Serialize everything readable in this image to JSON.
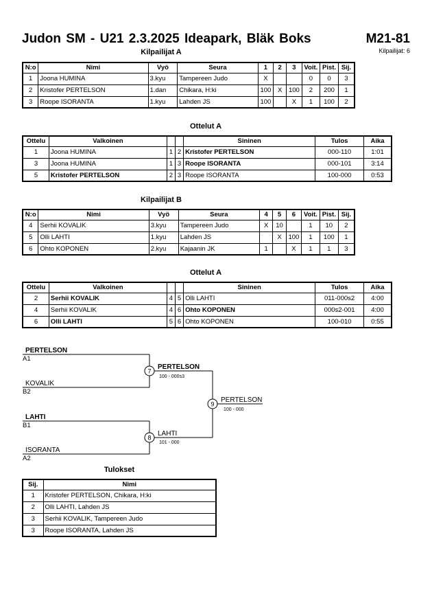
{
  "header": {
    "title": "Judon SM - U21   2.3.2025  Ideapark, Bläk Boks",
    "category": "M21-81",
    "count": "Kilpailijat: 6"
  },
  "poolA": {
    "title": "Kilpailijat A",
    "headers": [
      "N:o",
      "Nimi",
      "Vyö",
      "Seura",
      "1",
      "2",
      "3",
      "Voit.",
      "Pist.",
      "Sij."
    ],
    "rows": [
      [
        "1",
        "Joona HUMINA",
        "3.kyu",
        "Tampereen Judo",
        "X",
        "",
        "",
        "0",
        "0",
        "3"
      ],
      [
        "2",
        "Kristofer PERTELSON",
        "1.dan",
        "Chikara, H:ki",
        "100",
        "X",
        "100",
        "2",
        "200",
        "1"
      ],
      [
        "3",
        "Roope ISORANTA",
        "1.kyu",
        "Lahden JS",
        "100",
        "",
        "X",
        "1",
        "100",
        "2"
      ]
    ]
  },
  "matchesA": {
    "title": "Ottelut A",
    "headers": [
      "Ottelu",
      "Valkoinen",
      "",
      "",
      "Sininen",
      "Tulos",
      "Aika"
    ],
    "rows": [
      {
        "no": "1",
        "white": "Joona HUMINA",
        "wn": "1",
        "bn": "2",
        "blue": "Kristofer PERTELSON",
        "result": "000-110",
        "time": "1:01",
        "winner": "blue"
      },
      {
        "no": "3",
        "white": "Joona HUMINA",
        "wn": "1",
        "bn": "3",
        "blue": "Roope ISORANTA",
        "result": "000-101",
        "time": "3:14",
        "winner": "blue"
      },
      {
        "no": "5",
        "white": "Kristofer PERTELSON",
        "wn": "2",
        "bn": "3",
        "blue": "Roope ISORANTA",
        "result": "100-000",
        "time": "0:53",
        "winner": "white"
      }
    ]
  },
  "poolB": {
    "title": "Kilpailijat B",
    "headers": [
      "N:o",
      "Nimi",
      "Vyö",
      "Seura",
      "4",
      "5",
      "6",
      "Voit.",
      "Pist.",
      "Sij."
    ],
    "rows": [
      [
        "4",
        "Serhii KOVALIK",
        "3.kyu",
        "Tampereen Judo",
        "X",
        "10",
        "",
        "1",
        "10",
        "2"
      ],
      [
        "5",
        "Olli LAHTI",
        "1.kyu",
        "Lahden JS",
        "",
        "X",
        "100",
        "1",
        "100",
        "1"
      ],
      [
        "6",
        "Ohto KOPONEN",
        "2.kyu",
        "Kajaanin JK",
        "1",
        "",
        "X",
        "1",
        "1",
        "3"
      ]
    ]
  },
  "matchesB": {
    "title": "Ottelut A",
    "headers": [
      "Ottelu",
      "Valkoinen",
      "",
      "",
      "Sininen",
      "Tulos",
      "Aika"
    ],
    "rows": [
      {
        "no": "2",
        "white": "Serhii KOVALIK",
        "wn": "4",
        "bn": "5",
        "blue": "Olli LAHTI",
        "result": "011-000s2",
        "time": "4:00",
        "winner": "white"
      },
      {
        "no": "4",
        "white": "Serhii KOVALIK",
        "wn": "4",
        "bn": "6",
        "blue": "Ohto KOPONEN",
        "result": "000s2-001",
        "time": "4:00",
        "winner": "blue"
      },
      {
        "no": "6",
        "white": "Olli LAHTI",
        "wn": "5",
        "bn": "6",
        "blue": "Ohto KOPONEN",
        "result": "100-010",
        "time": "0:55",
        "winner": "white"
      }
    ]
  },
  "bracket": {
    "sf1_top": "PERTELSON",
    "sf1_top_seed": "A1",
    "sf1_bot": "KOVALIK",
    "sf1_bot_seed": "B2",
    "sf2_top": "LAHTI",
    "sf2_top_seed": "B1",
    "sf2_bot": "ISORANTA",
    "sf2_bot_seed": "A2",
    "m7": "7",
    "m8": "8",
    "m9": "9",
    "m7_winner": "PERTELSON",
    "m7_score": "100 - 000s3",
    "m8_winner": "LAHTI",
    "m8_score": "101 - 000",
    "final_winner": "PERTELSON",
    "final_score": "100 - 000"
  },
  "results": {
    "title": "Tulokset",
    "headers": [
      "Sij.",
      "Nimi"
    ],
    "rows": [
      [
        "1",
        "Kristofer PERTELSON, Chikara, H:ki"
      ],
      [
        "2",
        "Olli LAHTI, Lahden JS"
      ],
      [
        "3",
        "Serhii KOVALIK, Tampereen Judo"
      ],
      [
        "3",
        "Roope ISORANTA, Lahden JS"
      ]
    ]
  }
}
